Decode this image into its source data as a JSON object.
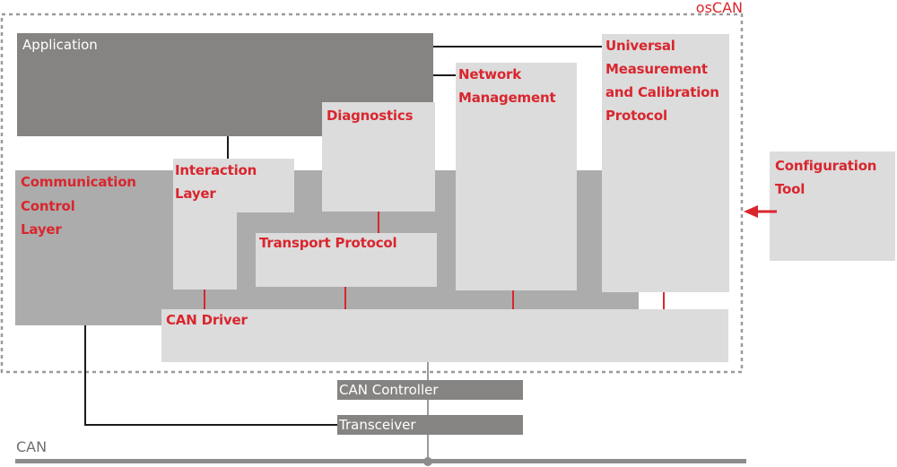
{
  "container": {
    "label": "osCAN"
  },
  "blocks": {
    "application": "Application",
    "communication_control_layer": [
      "Communication",
      "Control",
      "Layer"
    ],
    "interaction_layer": [
      "Interaction",
      "Layer"
    ],
    "diagnostics": "Diagnostics",
    "transport_protocol": "Transport Protocol",
    "network_management": [
      "Network",
      "Management"
    ],
    "universal_measurement": [
      "Universal",
      "Measurement",
      "and Calibration",
      "Protocol"
    ],
    "can_driver": "CAN Driver",
    "configuration_tool": [
      "Configuration",
      "Tool"
    ],
    "can_controller": "CAN Controller",
    "transceiver": "Transceiver",
    "can_bus": "CAN"
  },
  "colors": {
    "accent_red": "#d9262e",
    "dark_gray": "#868482",
    "mid_gray": "#acacac",
    "light_gray": "#dcdcdc",
    "line_black": "#1a1a1a"
  }
}
